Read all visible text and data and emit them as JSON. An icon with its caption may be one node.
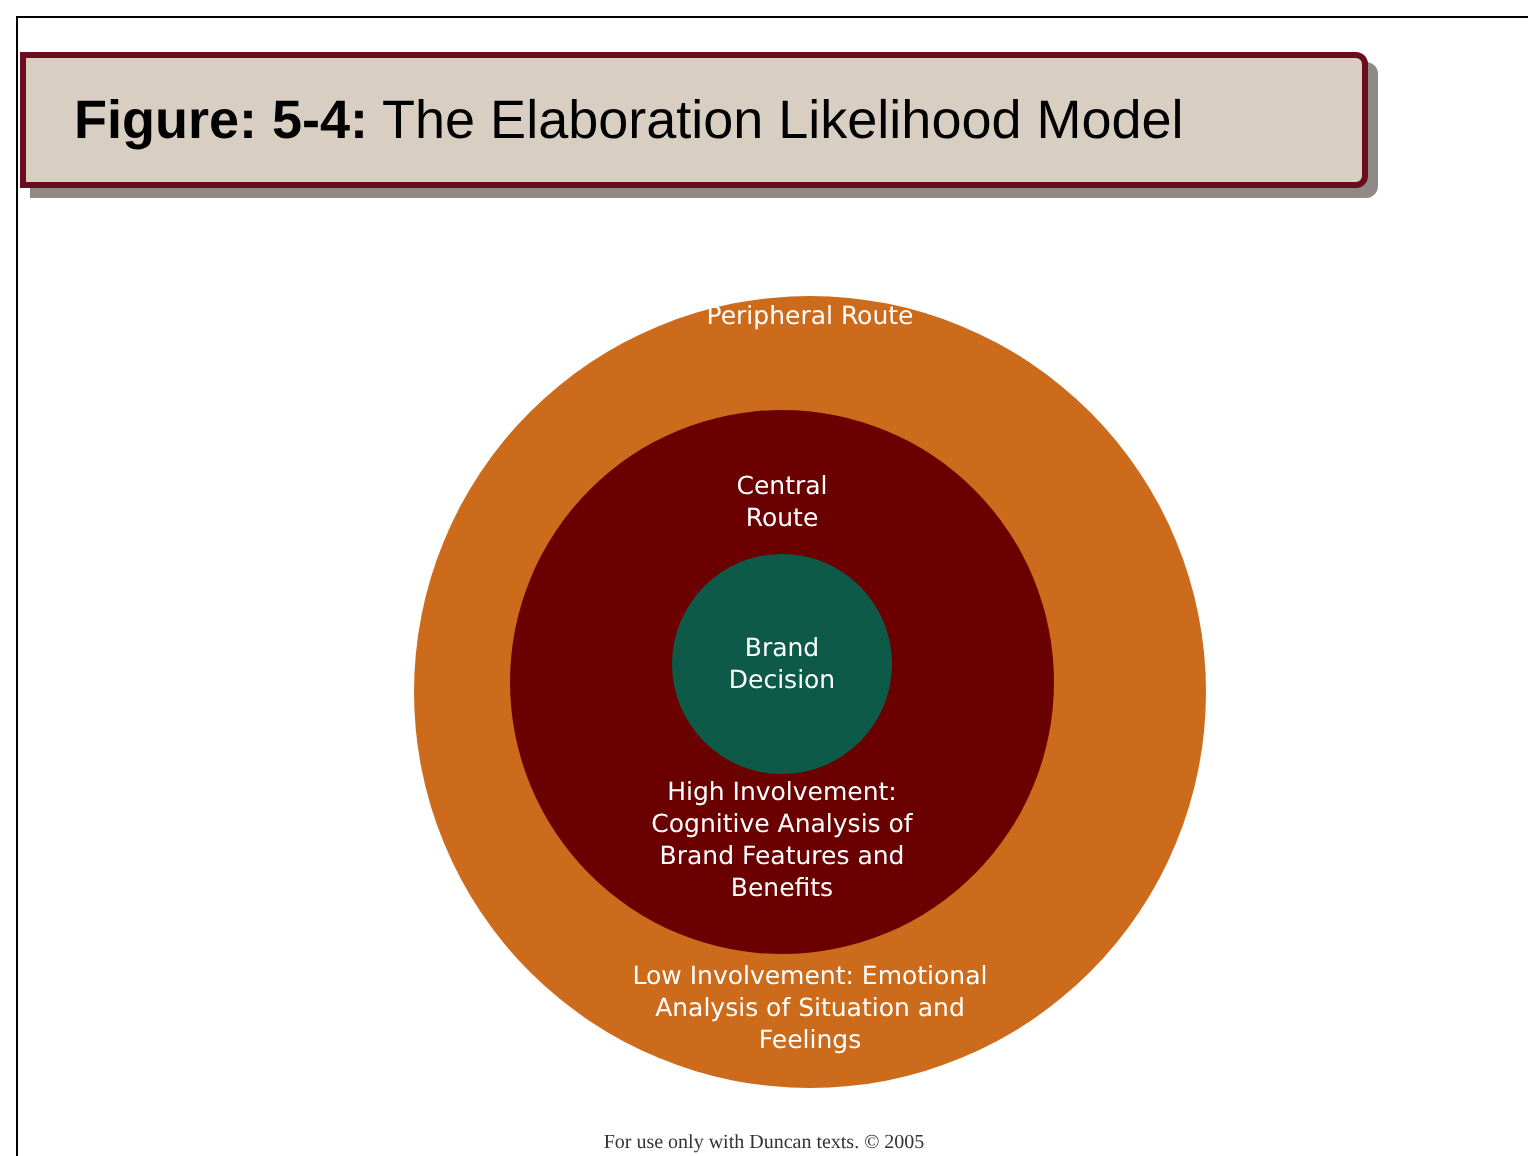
{
  "diagram": {
    "title": "**Figure: 5-4:** The Elaboration Likelihood Model",
    "nodes": [
      {
        "text": [
          "Peripheral Route",
          "Low Involvement: Emotional Analysis of Situation and Feelings"
        ]
      },
      {
        "text": [
          "Central Route",
          "High Involvement: Cognitive Analysis of Brand Features and Benefits"
        ],
        "in": 0
      },
      {
        "text": [
          "Brand Decision"
        ],
        "in": 1
      }
    ],
    "labels": [
      "For use only with Duncan texts. © 2005"
    ]
  }
}
